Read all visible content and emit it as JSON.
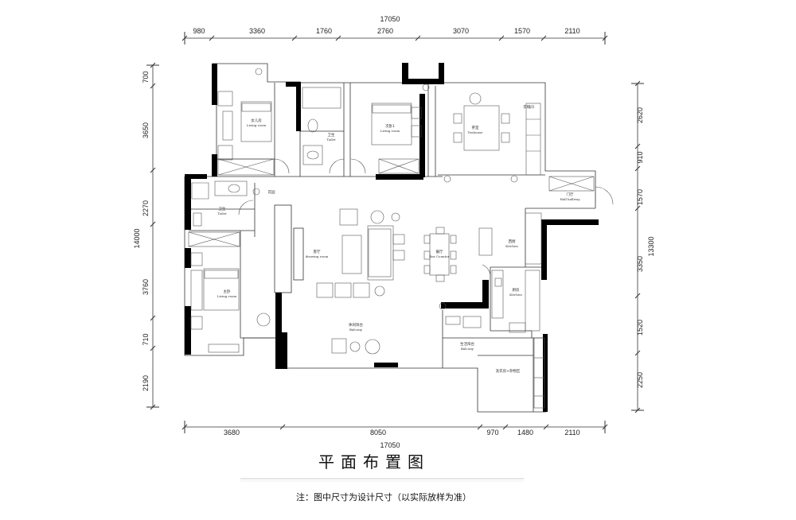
{
  "dimensions": {
    "top_total": "17050",
    "top_segments": [
      "980",
      "3360",
      "1760",
      "2760",
      "3070",
      "1570",
      "2110"
    ],
    "bottom_total": "17050",
    "bottom_segments": [
      "3680",
      "8050",
      "970",
      "1480",
      "2110"
    ],
    "left_total": "14000",
    "left_segments": [
      "700",
      "3650",
      "2270",
      "3760",
      "710",
      "2190"
    ],
    "right_total": "13300",
    "right_segments": [
      "2620",
      "910",
      "1570",
      "3350",
      "1520",
      "2250"
    ]
  },
  "rooms": {
    "child_bedroom": {
      "cn": "女儿房",
      "en": "Living room"
    },
    "toilet_top": {
      "cn": "卫生",
      "en": "Toilet"
    },
    "bedroom2": {
      "cn": "次卧1",
      "en": "Living room"
    },
    "tea_room": {
      "cn": "茶室",
      "en": "Teahouse"
    },
    "entry": {
      "cn": "门厅",
      "en": "Hall hallway"
    },
    "toilet_left": {
      "cn": "卫生",
      "en": "Toilet"
    },
    "drawing_room": {
      "cn": "客厅",
      "en": "drawing room"
    },
    "bar": {
      "cn": "餐厅",
      "en": "Bar Counter"
    },
    "western_kitchen": {
      "cn": "西厨",
      "en": "Kitchen"
    },
    "kitchen": {
      "cn": "厨房",
      "en": "Kitchen"
    },
    "master_bedroom": {
      "cn": "主卧",
      "en": "Living room"
    },
    "balcony_main": {
      "cn": "休闲阳台",
      "en": "Balcony"
    },
    "balcony_service": {
      "cn": "生活阳台",
      "en": "Balcony"
    },
    "laundry": {
      "cn": "洗衣房+杂物区",
      "en": ""
    },
    "closet": {
      "cn": "衣帽间",
      "en": ""
    },
    "garden": {
      "cn": "花园",
      "en": ""
    }
  },
  "title": "平面布置图",
  "note": "注：图中尺寸为设计尺寸（以实际放样为准）"
}
